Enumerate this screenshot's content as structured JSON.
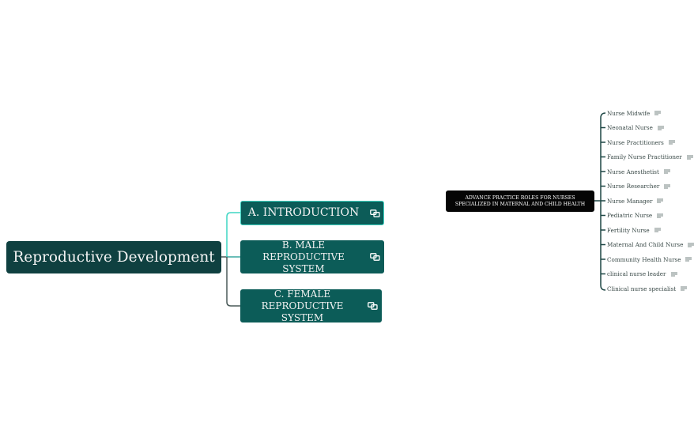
{
  "root": {
    "label": "Reproductive Development",
    "color": "#0f4040"
  },
  "branches": [
    {
      "label": "A. INTRODUCTION",
      "icon": "link-icon",
      "selected": true
    },
    {
      "label": "B. MALE REPRODUCTIVE SYSTEM",
      "icon": "link-icon",
      "selected": false
    },
    {
      "label": "C. FEMALE REPRODUCTIVE SYSTEM",
      "icon": "link-icon",
      "selected": false
    }
  ],
  "floating_topic": {
    "line1": "ADVANCE PRACTICE ROLES FOR NURSES",
    "line2": "SPECIALIZED IN MATERNAL  AND CHILD HEALTH",
    "subtopics": [
      {
        "label": "Nurse Midwife",
        "icon": "notes-icon"
      },
      {
        "label": "Neonatal Nurse",
        "icon": "notes-icon"
      },
      {
        "label": "Nurse Practitioners",
        "icon": "notes-icon"
      },
      {
        "label": "Family Nurse Practitioner",
        "icon": "notes-icon"
      },
      {
        "label": "Nurse Anesthetist",
        "icon": "notes-icon"
      },
      {
        "label": "Nurse Researcher",
        "icon": "notes-icon"
      },
      {
        "label": "Nurse Manager",
        "icon": "notes-icon"
      },
      {
        "label": "Pediatric Nurse",
        "icon": "notes-icon"
      },
      {
        "label": "Fertility Nurse",
        "icon": "notes-icon"
      },
      {
        "label": "Maternal And Child Nurse",
        "icon": "notes-icon"
      },
      {
        "label": "Community Health Nurse",
        "icon": "notes-icon"
      },
      {
        "label": "clinical nurse leader",
        "icon": "notes-icon"
      },
      {
        "label": "Clinical nurse specialist",
        "icon": "notes-icon"
      }
    ]
  },
  "colors": {
    "branch_fill": "#0c5c58",
    "selected_border": "#3fd6c4",
    "connector_teal": "#3fd6c4",
    "connector_gray": "#4a5a58",
    "hub_fill": "#050505",
    "leaf_connector": "#1d4644"
  }
}
